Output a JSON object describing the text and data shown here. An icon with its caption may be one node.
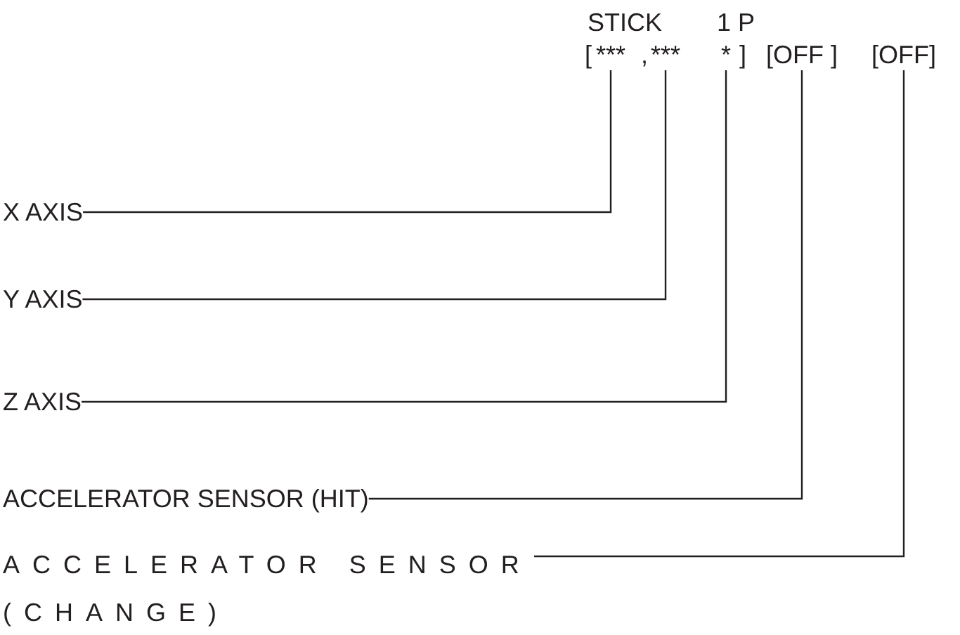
{
  "diagram": {
    "nodes": [
      {
        "text": [
          "X AXIS"
        ]
      },
      {
        "text": [
          "Y AXIS"
        ]
      },
      {
        "text": [
          "Z AXIS"
        ]
      },
      {
        "text": [
          "ACCELERATOR SENSOR (HIT)"
        ]
      },
      {
        "text": [
          "ACCELERATOR SENSOR (CHANGE)"
        ]
      },
      {
        "text": [
          "***"
        ]
      },
      {
        "text": [
          "***"
        ]
      },
      {
        "text": [
          "*"
        ]
      },
      {
        "text": [
          "[OFF ]"
        ]
      },
      {
        "text": [
          "[OFF]"
        ]
      }
    ],
    "edges": [
      {
        "from": 0,
        "to": 5,
        "arrow": "none"
      },
      {
        "from": 1,
        "to": 6,
        "arrow": "none"
      },
      {
        "from": 2,
        "to": 7,
        "arrow": "none"
      },
      {
        "from": 3,
        "to": 8,
        "arrow": "none"
      },
      {
        "from": 4,
        "to": 9,
        "arrow": "none"
      }
    ],
    "labels": [
      "STICK",
      "1 P",
      "[",
      ",",
      "]"
    ]
  }
}
